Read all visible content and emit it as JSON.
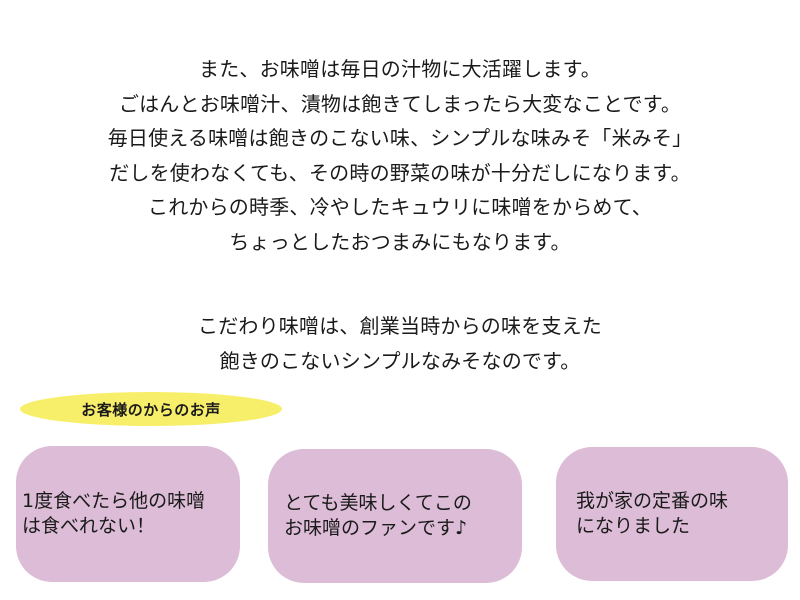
{
  "intro": {
    "paragraph_1": [
      "また、お味噌は毎日の汁物に大活躍します。",
      "ごはんとお味噌汁、漬物は飽きてしまったら大変なことです。",
      "毎日使える味噌は飽きのこない味、シンプルな味みそ「米みそ」",
      "だしを使わなくても、その時の野菜の味が十分だしになります。",
      "これからの時季、冷やしたキュウリに味噌をからめて、",
      "ちょっとしたおつまみにもなります。"
    ],
    "paragraph_2": [
      "こだわり味噌は、創業当時からの味を支えた",
      "飽きのこないシンプルなみそなのです。"
    ]
  },
  "voices": {
    "label": "お客様のからのお声",
    "comments": [
      "1度食べたら他の味噌\nは食べれない！",
      "とても美味しくてこの\nお味噌のファンです♪",
      "我が家の定番の味\nになりました"
    ]
  },
  "colors": {
    "badge": "#f7ef6a",
    "card": "#dcbcd6",
    "text": "#1a1a1a"
  }
}
